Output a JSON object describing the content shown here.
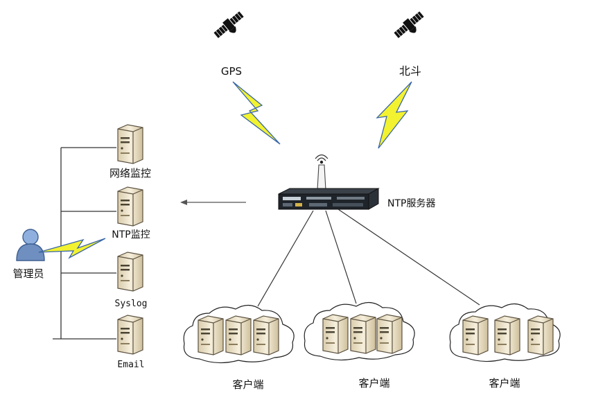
{
  "satellites": [
    {
      "label": "GPS",
      "icon": "satellite-icon"
    },
    {
      "label": "北斗",
      "icon": "satellite-icon"
    }
  ],
  "ntp_server": {
    "label": "NTP服务器",
    "icon": "rack-server-icon"
  },
  "monitors": [
    {
      "label": "网络监控",
      "icon": "server-icon"
    },
    {
      "label": "NTP监控",
      "icon": "server-icon"
    },
    {
      "label": "Syslog",
      "icon": "server-icon"
    },
    {
      "label": "Email",
      "icon": "server-icon"
    }
  ],
  "admin": {
    "label": "管理员",
    "icon": "user-icon"
  },
  "client_groups": [
    {
      "label": "客户端",
      "servers": 3
    },
    {
      "label": "客户端",
      "servers": 3
    },
    {
      "label": "客户端",
      "servers": 3
    }
  ],
  "colors": {
    "lightning_fill": "#f2f230",
    "lightning_stroke": "#3a66a8",
    "line": "#333333",
    "server_body": "#efe4c8",
    "server_edge": "#5a5040",
    "rack": "#1f242a",
    "user": "#6e8fbf"
  }
}
